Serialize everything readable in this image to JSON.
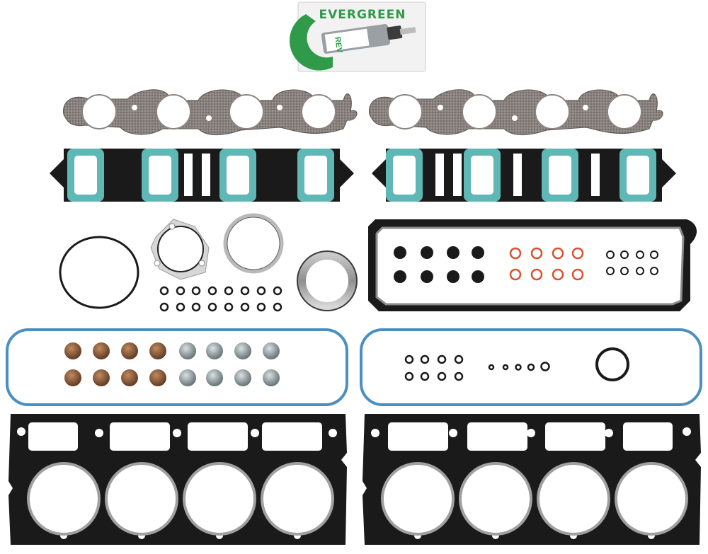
{
  "product": {
    "sealant_packet": {
      "brand": "EVERGREEN",
      "tube_text": "REV"
    },
    "parts": [
      {
        "name": "exhaust-manifold-gasket",
        "count": 2
      },
      {
        "name": "intake-manifold-gasket",
        "count": 2
      },
      {
        "name": "throttle-body-o-ring",
        "count": 1
      },
      {
        "name": "egr-gasket",
        "count": 1
      },
      {
        "name": "exhaust-pipe-seal-ring",
        "count": 1
      },
      {
        "name": "exhaust-donut-gasket",
        "count": 1
      },
      {
        "name": "small-o-ring",
        "count": 16
      },
      {
        "name": "valley-cover-gasket",
        "count": 1
      },
      {
        "name": "valve-cover-gasket",
        "count": 2
      },
      {
        "name": "valve-stem-seal",
        "count": 16
      },
      {
        "name": "cylinder-head-gasket",
        "count": 2
      }
    ],
    "colors": {
      "graphite": "#8c8480",
      "intake_seal": "#5fb8b5",
      "frame": "#1a1a1a",
      "valve_cover_seal": "#4a8fc4",
      "red_ring": "#d9502e",
      "stem_seal_bronze": "#8b5a3a",
      "stem_seal_steel": "#9aa5a8",
      "brand_green": "#2f9a4a"
    }
  }
}
